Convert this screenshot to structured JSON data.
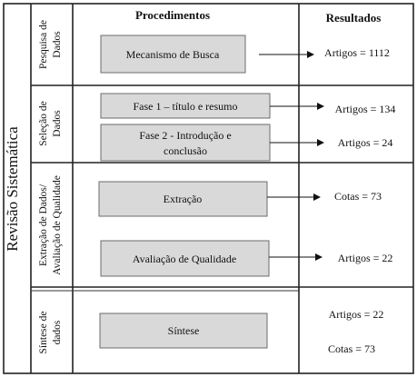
{
  "main_label": "Revisão Sistemática",
  "headers": {
    "procedimentos": "Procedimentos",
    "resultados": "Resultados"
  },
  "phases": [
    {
      "label_lines": [
        "Pesquisa de",
        "Dados"
      ]
    },
    {
      "label_lines": [
        "Seleção de",
        "Dados"
      ]
    },
    {
      "label_lines": [
        "Extração de Dados/",
        "Avaliação de Qualidade"
      ]
    },
    {
      "label_lines": [
        "Síntese de",
        "dados"
      ]
    }
  ],
  "procedures": [
    {
      "lines": [
        "Mecanismo de Busca"
      ]
    },
    {
      "lines": [
        "Fase 1 – título e resumo"
      ]
    },
    {
      "lines": [
        "Fase 2 -  Introdução e",
        "conclusão"
      ]
    },
    {
      "lines": [
        "Extração"
      ]
    },
    {
      "lines": [
        "Avaliação de Qualidade"
      ]
    },
    {
      "lines": [
        "Síntese"
      ]
    }
  ],
  "results": [
    "Artigos = 1112",
    "Artigos = 134",
    "Artigos  = 24",
    "Cotas = 73",
    "Artigos = 22",
    "Artigos = 22",
    "Cotas = 73"
  ]
}
